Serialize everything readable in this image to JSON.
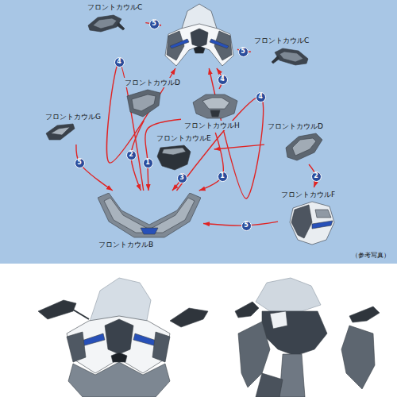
{
  "diagram": {
    "nodes": [
      {
        "text": [
          "フロントカウルC"
        ]
      },
      {
        "text": []
      },
      {
        "text": [
          "フロントカウルC"
        ]
      },
      {
        "text": [
          "フロントカウルD"
        ]
      },
      {
        "text": [
          "フロントカウルG"
        ]
      },
      {
        "text": [
          "フロントカウルH"
        ]
      },
      {
        "text": [
          "フロントカウルE"
        ]
      },
      {
        "text": [
          "フロントカウルD"
        ]
      },
      {
        "text": [
          "フロントカウルF"
        ]
      },
      {
        "text": [
          "フロントカウルB"
        ]
      }
    ],
    "edges": [
      {
        "from": 0,
        "to": 1,
        "arrow": "to",
        "label": "5"
      },
      {
        "from": 2,
        "to": 1,
        "arrow": "to",
        "label": "5"
      },
      {
        "from": 9,
        "to": 1,
        "arrow": "to",
        "label": "4"
      },
      {
        "from": 5,
        "to": 1,
        "arrow": "to",
        "label": "4"
      },
      {
        "from": 9,
        "to": 1,
        "arrow": "to",
        "label": "4"
      },
      {
        "from": 3,
        "to": 9,
        "arrow": "to",
        "label": "2"
      },
      {
        "from": 4,
        "to": 9,
        "arrow": "to",
        "label": "5"
      },
      {
        "from": 5,
        "to": 9,
        "arrow": "to",
        "label": "1"
      },
      {
        "from": 5,
        "to": 9,
        "arrow": "to",
        "label": "1"
      },
      {
        "from": 6,
        "to": 9,
        "arrow": "to",
        "label": "3"
      },
      {
        "from": 7,
        "to": 8,
        "arrow": "to",
        "label": "2"
      },
      {
        "from": 7,
        "to": 6,
        "arrow": "to"
      },
      {
        "from": 8,
        "to": 9,
        "arrow": "to",
        "label": "5"
      }
    ],
    "labels": [
      "（参考写真）"
    ]
  }
}
